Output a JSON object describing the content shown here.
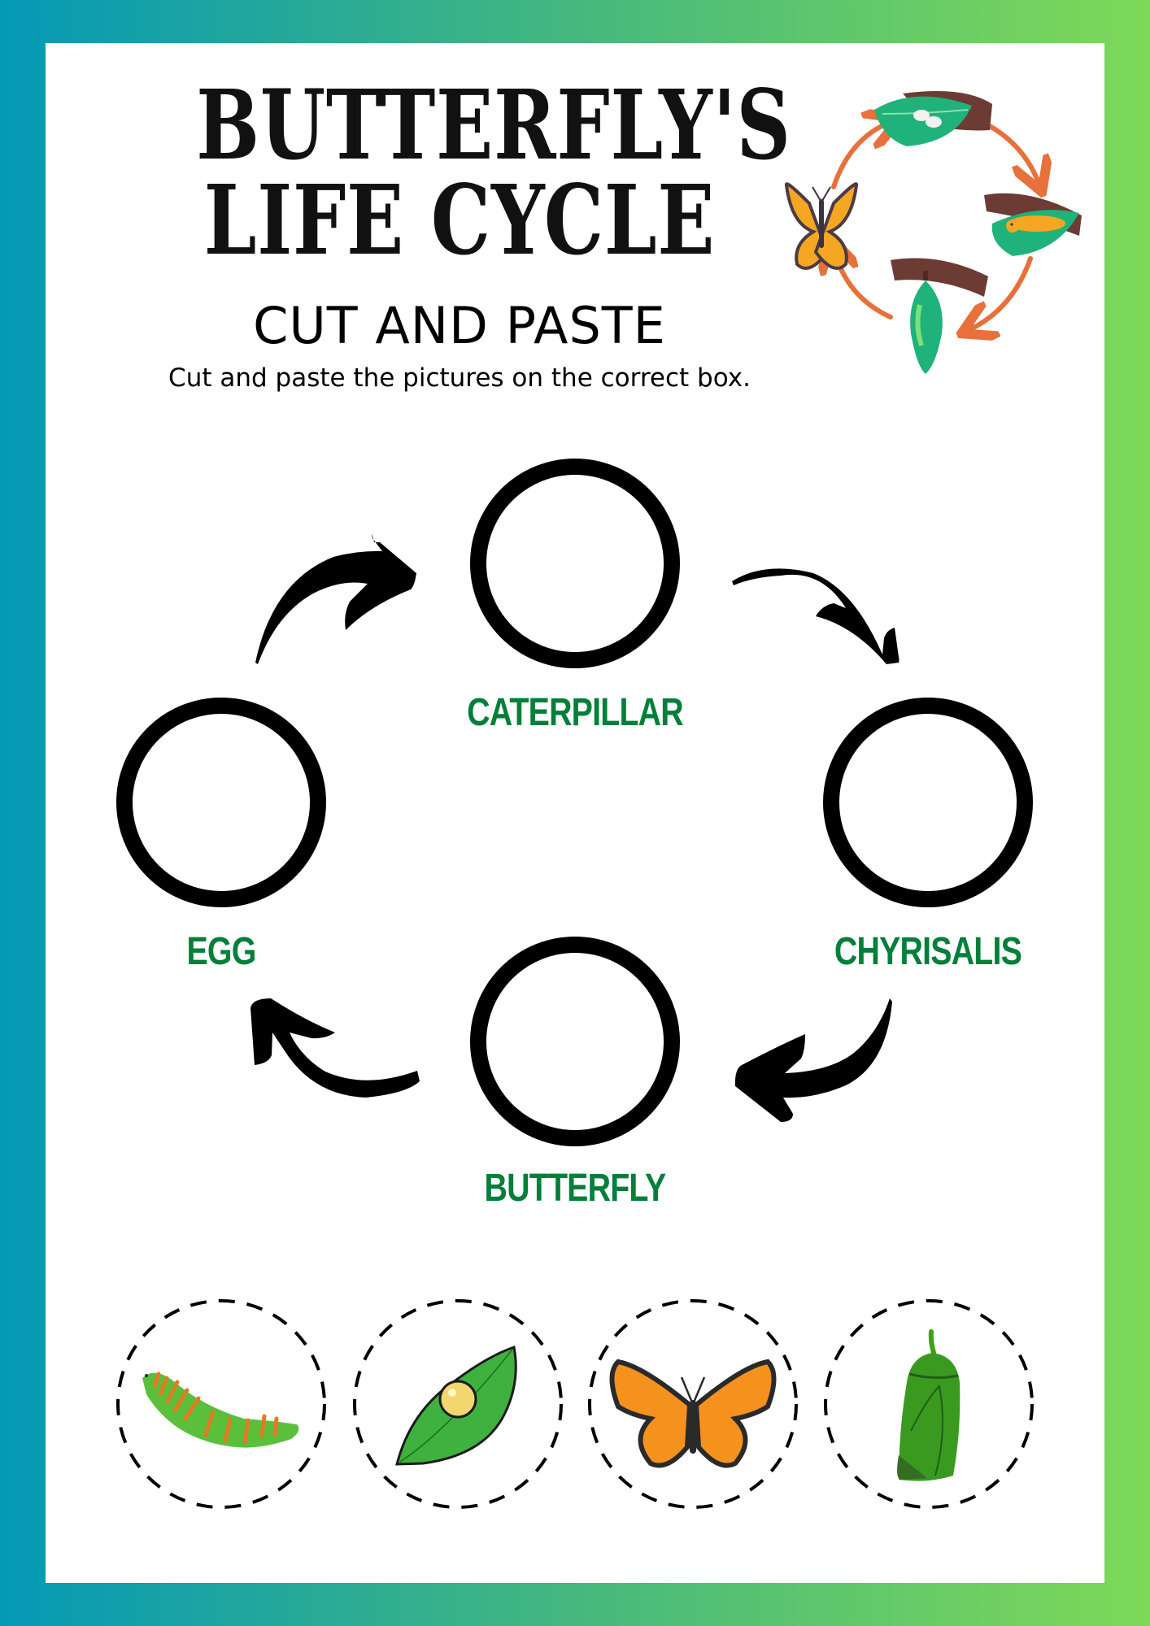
{
  "page": {
    "background_gradient": [
      "#0499b6",
      "#7ed957"
    ],
    "panel_color": "#ffffff"
  },
  "header": {
    "title_line_1": "BUTTERFLY'S",
    "title_line_2": "LIFE CYCLE",
    "subtitle": "CUT AND PASTE",
    "instruction": "Cut and paste the pictures on the correct box."
  },
  "illustration": {
    "name": "life-cycle-illustration",
    "stages": [
      "eggs-on-leaf",
      "caterpillar-on-leaf",
      "chrysalis-on-branch",
      "butterfly"
    ],
    "arrow_color": "#e8703a"
  },
  "cycle": {
    "label_color": "#037f39",
    "stages": [
      {
        "label": "CATERPILLAR"
      },
      {
        "label": "CHYRISALIS"
      },
      {
        "label": "BUTTERFLY"
      },
      {
        "label": "EGG"
      }
    ]
  },
  "cutouts": {
    "items": [
      {
        "name": "caterpillar"
      },
      {
        "name": "egg-on-leaf"
      },
      {
        "name": "monarch-butterfly"
      },
      {
        "name": "chrysalis"
      }
    ]
  }
}
